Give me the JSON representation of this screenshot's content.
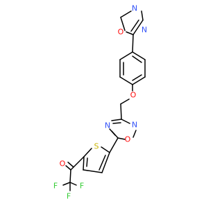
{
  "colors": {
    "bond": "#000000",
    "O": "#ff0d0d",
    "N": "#3050f8",
    "S": "#c8b400",
    "F": "#33cc33",
    "background": "#ffffff"
  },
  "atoms": [
    {
      "id": "o_oxadiazole_top",
      "element": "O",
      "text": "O"
    },
    {
      "id": "n_oxadiazole_top_a",
      "element": "N",
      "text": "N"
    },
    {
      "id": "n_oxadiazole_top_b",
      "element": "N",
      "text": "N"
    },
    {
      "id": "o_ether",
      "element": "O",
      "text": "O"
    },
    {
      "id": "n_oxadiazole_mid_a",
      "element": "N",
      "text": "N"
    },
    {
      "id": "o_oxadiazole_mid",
      "element": "O",
      "text": "O"
    },
    {
      "id": "n_oxadiazole_mid_b",
      "element": "N",
      "text": "N"
    },
    {
      "id": "s_thiophene",
      "element": "S",
      "text": "S"
    },
    {
      "id": "o_ketone",
      "element": "O",
      "text": "O"
    },
    {
      "id": "f_1",
      "element": "F",
      "text": "F"
    },
    {
      "id": "f_2",
      "element": "F",
      "text": "F"
    },
    {
      "id": "f_3",
      "element": "F",
      "text": "F"
    }
  ]
}
